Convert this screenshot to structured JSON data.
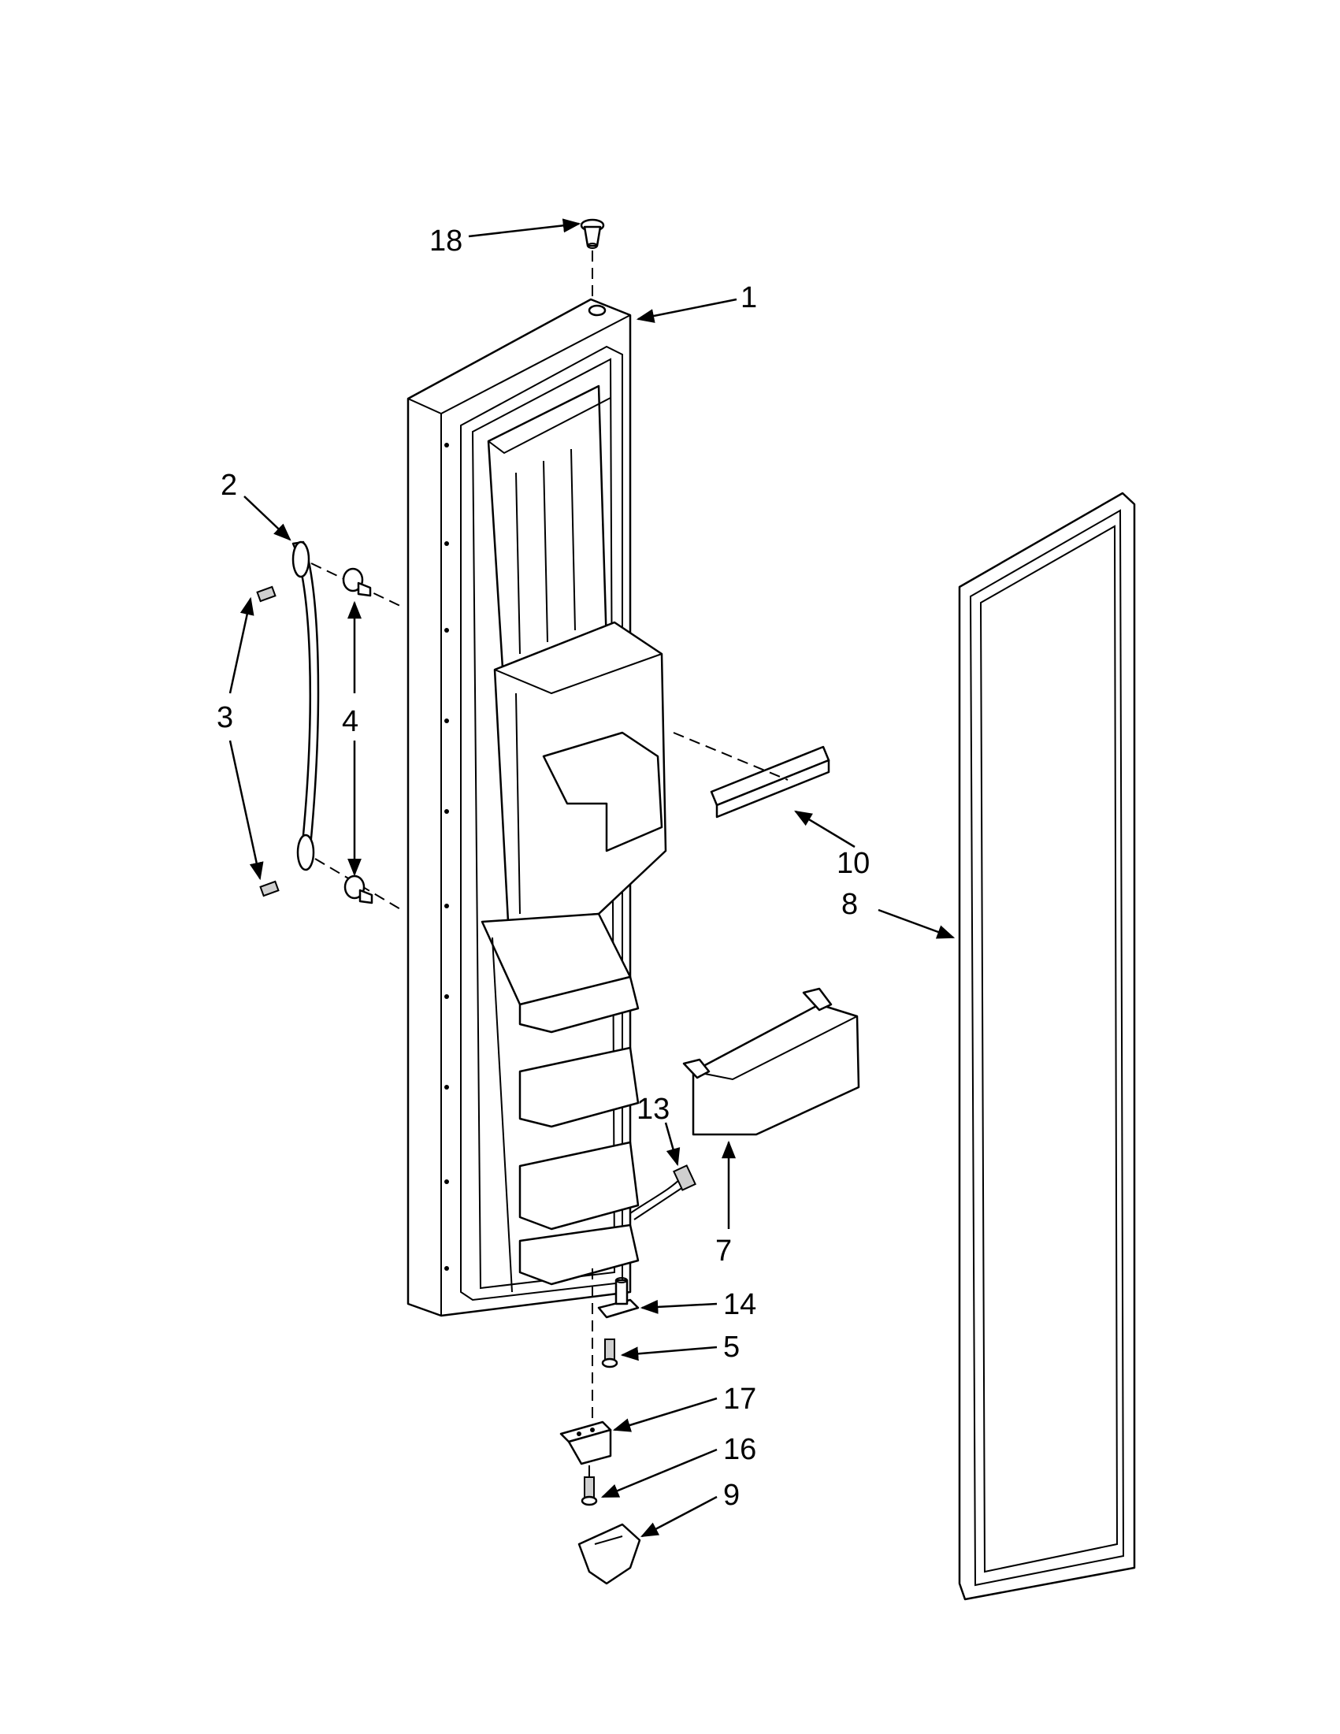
{
  "diagram": {
    "type": "exploded-parts-diagram",
    "callouts": [
      {
        "id": "c18",
        "label": "18"
      },
      {
        "id": "c1",
        "label": "1"
      },
      {
        "id": "c2",
        "label": "2"
      },
      {
        "id": "c3",
        "label": "3"
      },
      {
        "id": "c4",
        "label": "4"
      },
      {
        "id": "c10",
        "label": "10"
      },
      {
        "id": "c8",
        "label": "8"
      },
      {
        "id": "c13",
        "label": "13"
      },
      {
        "id": "c7",
        "label": "7"
      },
      {
        "id": "c14",
        "label": "14"
      },
      {
        "id": "c5",
        "label": "5"
      },
      {
        "id": "c17",
        "label": "17"
      },
      {
        "id": "c16",
        "label": "16"
      },
      {
        "id": "c9",
        "label": "9"
      }
    ]
  }
}
